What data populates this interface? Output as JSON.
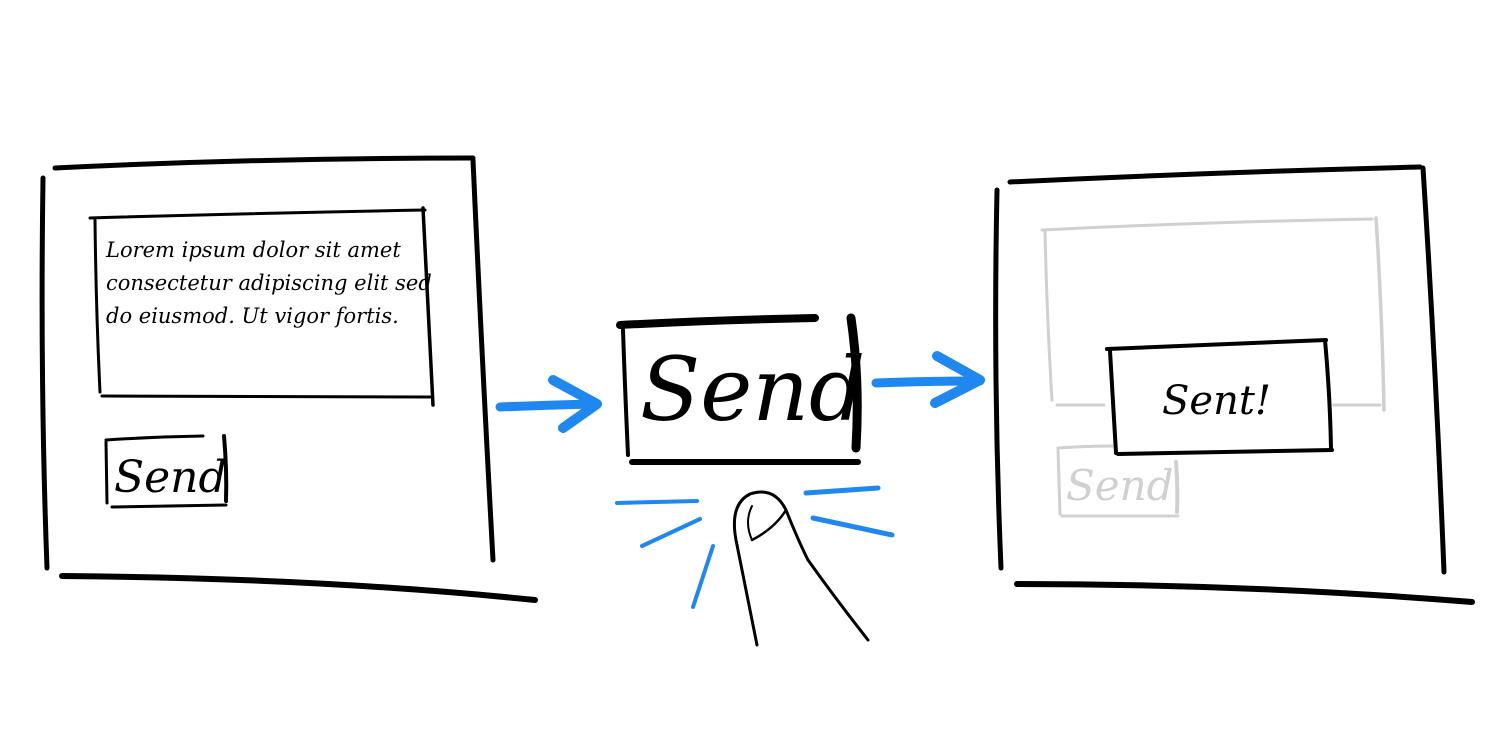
{
  "left_panel": {
    "message_text": {
      "lines": [
        "Lorem ipsum dolor sit amet",
        "consectetur adipiscing elit sed",
        "do eiusmod. Ut vigor fortis."
      ]
    },
    "send_button_label": "Send"
  },
  "center": {
    "send_button_label": "Send"
  },
  "right_panel": {
    "confirmation_label": "Sent!",
    "faded_send_button_label": "Send"
  },
  "colors": {
    "ink": "#000000",
    "arrow": "#1e88f0",
    "tap_lines": "#1e88f0",
    "faded": "#d0d0d0"
  },
  "icons": {
    "arrow_1": "arrow-right-icon",
    "arrow_2": "arrow-right-icon",
    "finger": "finger-tap-icon"
  }
}
